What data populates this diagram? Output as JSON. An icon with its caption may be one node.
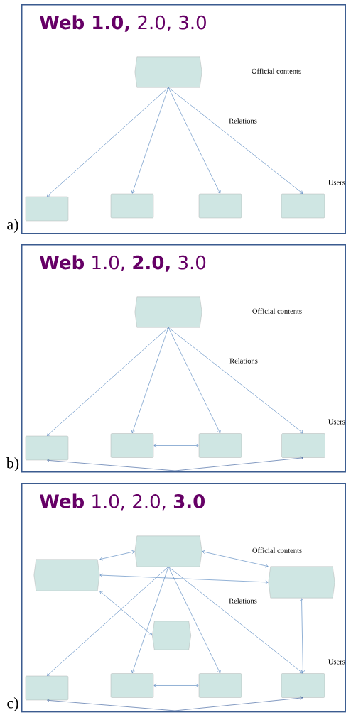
{
  "diagram": {
    "nodes": [
      {
        "text": [
          "**Web 1.0,** 2.0, 3.0"
        ],
        "beside": [
          "a)"
        ]
      },
      {
        "text": [],
        "shape": "hexagon",
        "in": 0
      },
      {
        "text": [],
        "shape": "box",
        "in": 0
      },
      {
        "text": [],
        "shape": "box",
        "in": 0
      },
      {
        "text": [],
        "shape": "box",
        "in": 0
      },
      {
        "text": [],
        "shape": "box",
        "in": 0
      },
      {
        "text": [
          "**Web** 1.0, **2.0,** 3.0"
        ],
        "beside": [
          "b)"
        ]
      },
      {
        "text": [],
        "shape": "hexagon",
        "in": 6
      },
      {
        "text": [],
        "shape": "box",
        "in": 6
      },
      {
        "text": [],
        "shape": "box",
        "in": 6
      },
      {
        "text": [],
        "shape": "box",
        "in": 6
      },
      {
        "text": [],
        "shape": "box",
        "in": 6
      },
      {
        "text": [
          "**Web** 1.0, 2.0, **3.0**"
        ],
        "beside": [
          "c)"
        ]
      },
      {
        "text": [],
        "shape": "hexagon",
        "in": 12
      },
      {
        "text": [],
        "shape": "hexagon",
        "in": 12
      },
      {
        "text": [],
        "shape": "hexagon",
        "in": 12
      },
      {
        "text": [],
        "shape": "hexagon",
        "in": 12
      },
      {
        "text": [],
        "shape": "box",
        "in": 12
      },
      {
        "text": [],
        "shape": "box",
        "in": 12
      },
      {
        "text": [],
        "shape": "box",
        "in": 12
      },
      {
        "text": [],
        "shape": "box",
        "in": 12
      }
    ],
    "edges": [
      {
        "from": 1,
        "to": 2,
        "arrow": "to"
      },
      {
        "from": 1,
        "to": 3,
        "arrow": "to"
      },
      {
        "from": 1,
        "to": 4,
        "arrow": "to"
      },
      {
        "from": 1,
        "to": 5,
        "arrow": "to"
      },
      {
        "from": 7,
        "to": 8,
        "arrow": "to"
      },
      {
        "from": 7,
        "to": 9,
        "arrow": "to"
      },
      {
        "from": 7,
        "to": 10,
        "arrow": "to"
      },
      {
        "from": 7,
        "to": 11,
        "arrow": "to"
      },
      {
        "from": 9,
        "to": 10,
        "arrow": "both"
      },
      {
        "from": 8,
        "to": 11,
        "arrow": "both",
        "color": "#2f5597"
      },
      {
        "from": 13,
        "to": 17,
        "arrow": "to"
      },
      {
        "from": 13,
        "to": 18,
        "arrow": "to"
      },
      {
        "from": 13,
        "to": 19,
        "arrow": "to"
      },
      {
        "from": 13,
        "to": 20,
        "arrow": "to"
      },
      {
        "from": 18,
        "to": 19,
        "arrow": "both"
      },
      {
        "from": 17,
        "to": 20,
        "arrow": "both",
        "color": "#2f5597"
      },
      {
        "from": 14,
        "to": 13,
        "arrow": "both"
      },
      {
        "from": 14,
        "to": 15,
        "arrow": "both"
      },
      {
        "from": 15,
        "to": 13,
        "arrow": "both"
      },
      {
        "from": 14,
        "to": 16,
        "arrow": "both"
      },
      {
        "from": 15,
        "to": 20,
        "arrow": "both"
      }
    ],
    "labels": [
      "Official contents",
      "Relations",
      "Users",
      "Official contents",
      "Relations",
      "Users",
      "Official contents",
      "Relations",
      "Users"
    ]
  }
}
